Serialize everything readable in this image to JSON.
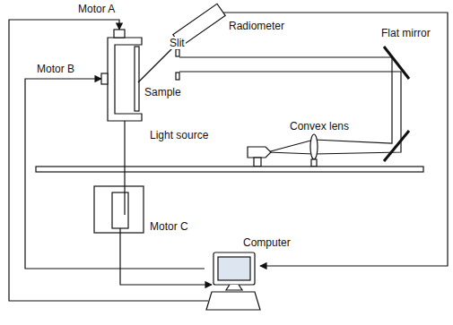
{
  "diagram": {
    "labels": [
      "Motor A",
      "Radiometer",
      "Motor B",
      "Slit",
      "Flat mirror",
      "Sample",
      "Convex lens",
      "Light source",
      "Motor C",
      "Computer"
    ]
  }
}
